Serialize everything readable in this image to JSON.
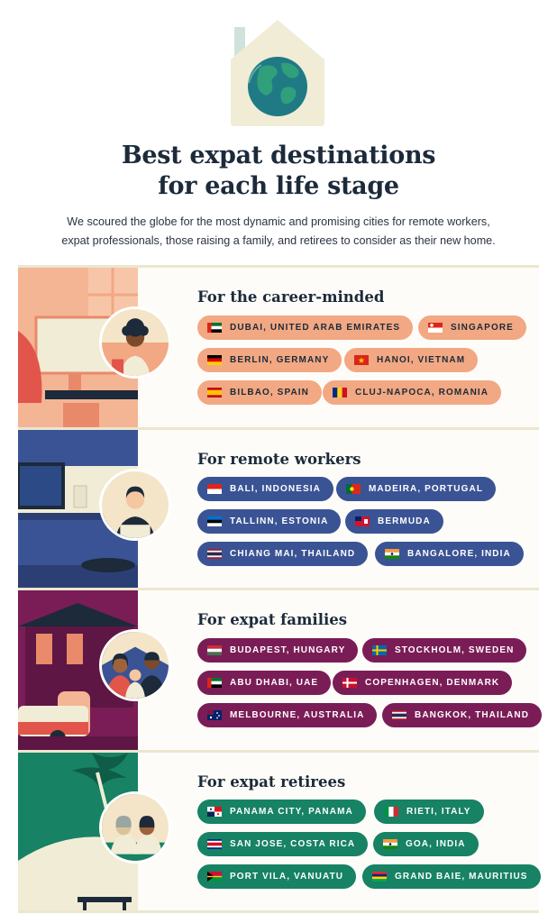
{
  "header": {
    "title_line1": "Best expat destinations",
    "title_line2": "for each life stage",
    "subtitle_line1": "We scoured the globe for the most dynamic and promising cities for remote workers,",
    "subtitle_line2": "expat professionals, those raising a family, and retirees to consider as their new home.",
    "icon": "house-globe-icon"
  },
  "colors": {
    "career": "#f2a882",
    "remote": "#3a5394",
    "families": "#7a1d56",
    "retirees": "#178264",
    "divider": "#ece6cf",
    "text": "#1c2a3a"
  },
  "sections": [
    {
      "heading": "For the career-minded",
      "pills": [
        {
          "label": "DUBAI, UNITED ARAB EMIRATES",
          "flag": "uae-flag-icon"
        },
        {
          "label": "SINGAPORE",
          "flag": "singapore-flag-icon"
        },
        {
          "label": "BERLIN, GERMANY",
          "flag": "germany-flag-icon"
        },
        {
          "label": "HANOI, VIETNAM",
          "flag": "vietnam-flag-icon"
        },
        {
          "label": "BILBAO, SPAIN",
          "flag": "spain-flag-icon"
        },
        {
          "label": "CLUJ-NAPOCA, ROMANIA",
          "flag": "romania-flag-icon"
        }
      ]
    },
    {
      "heading": "For remote workers",
      "pills": [
        {
          "label": "BALI, INDONESIA",
          "flag": "indonesia-flag-icon"
        },
        {
          "label": "MADEIRA, PORTUGAL",
          "flag": "portugal-flag-icon"
        },
        {
          "label": "TALLINN, ESTONIA",
          "flag": "estonia-flag-icon"
        },
        {
          "label": "BERMUDA",
          "flag": "bermuda-flag-icon"
        },
        {
          "label": "CHIANG MAI, THAILAND",
          "flag": "thailand-flag-icon"
        },
        {
          "label": "BANGALORE, INDIA",
          "flag": "india-flag-icon"
        }
      ]
    },
    {
      "heading": "For expat families",
      "pills": [
        {
          "label": "BUDAPEST, HUNGARY",
          "flag": "hungary-flag-icon"
        },
        {
          "label": "STOCKHOLM, SWEDEN",
          "flag": "sweden-flag-icon"
        },
        {
          "label": "ABU DHABI, UAE",
          "flag": "uae-flag-icon"
        },
        {
          "label": "COPENHAGEN, DENMARK",
          "flag": "denmark-flag-icon"
        },
        {
          "label": "MELBOURNE, AUSTRALIA",
          "flag": "australia-flag-icon"
        },
        {
          "label": "BANGKOK, THAILAND",
          "flag": "thailand-flag-icon"
        }
      ]
    },
    {
      "heading": "For expat retirees",
      "pills": [
        {
          "label": "PANAMA CITY, PANAMA",
          "flag": "panama-flag-icon"
        },
        {
          "label": "RIETI, ITALY",
          "flag": "italy-flag-icon"
        },
        {
          "label": "SAN JOSE, COSTA RICA",
          "flag": "costa-rica-flag-icon"
        },
        {
          "label": "GOA, INDIA",
          "flag": "india-flag-icon"
        },
        {
          "label": "PORT VILA, VANUATU",
          "flag": "vanuatu-flag-icon"
        },
        {
          "label": "GRAND BAIE, MAURITIUS",
          "flag": "mauritius-flag-icon"
        }
      ]
    }
  ]
}
